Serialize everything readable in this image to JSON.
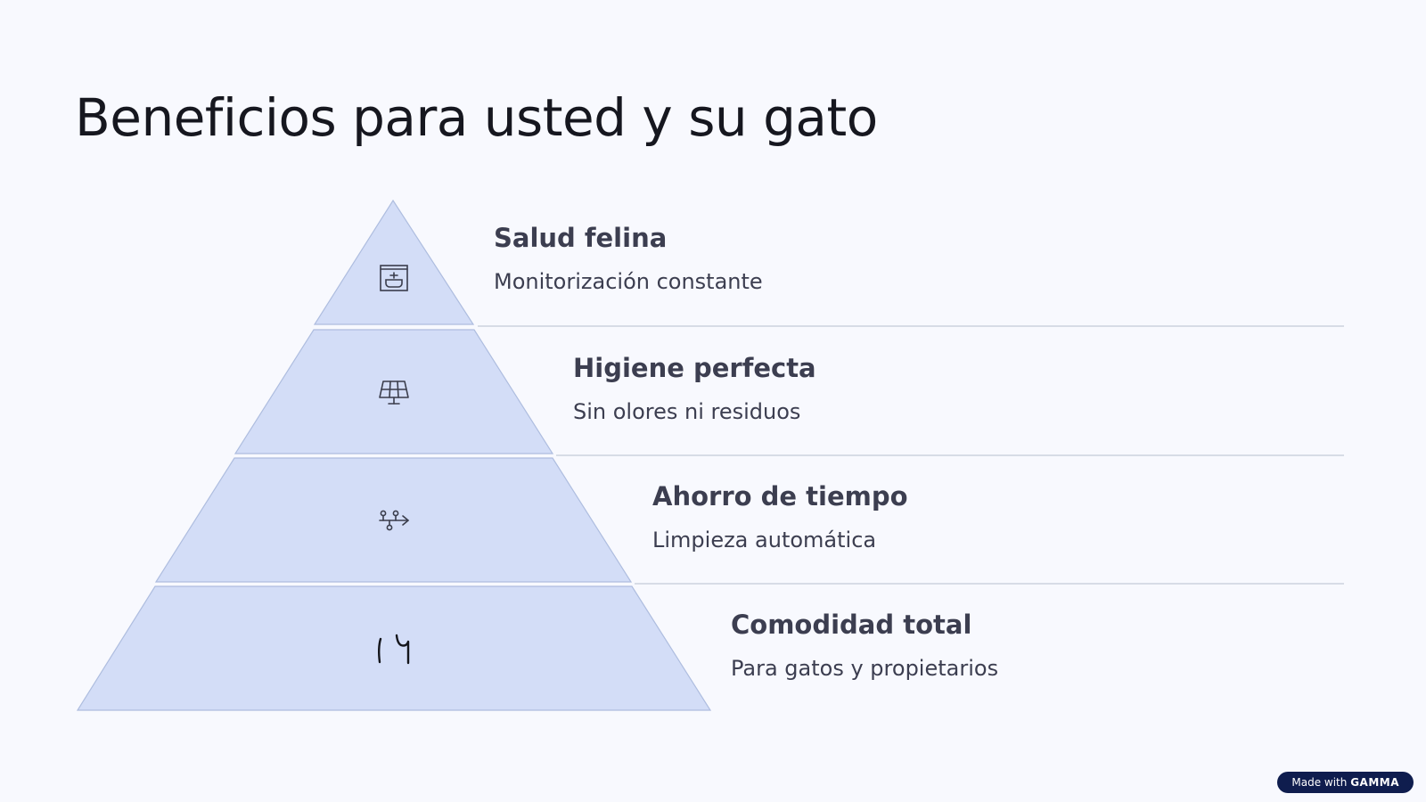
{
  "slide": {
    "title": "Beneficios para usted y su gato"
  },
  "pyramid": {
    "fill_color": "#d3ddf7",
    "stroke_color": "#aebddf",
    "divider_color": "#c3cad8",
    "tiers": [
      {
        "title": "Salud felina",
        "description": "Monitorización constante",
        "icon": "pet-monitor-icon"
      },
      {
        "title": "Higiene perfecta",
        "description": "Sin olores ni residuos",
        "icon": "solar-panel-icon"
      },
      {
        "title": "Ahorro de tiempo",
        "description": "Limpieza automática",
        "icon": "workflow-arrow-icon"
      },
      {
        "title": "Comodidad total",
        "description": "Para gatos y propietarios",
        "icon": "number-glyph-icon"
      }
    ]
  },
  "footer": {
    "badge_prefix": "Made with",
    "badge_brand": "GAMMA"
  }
}
